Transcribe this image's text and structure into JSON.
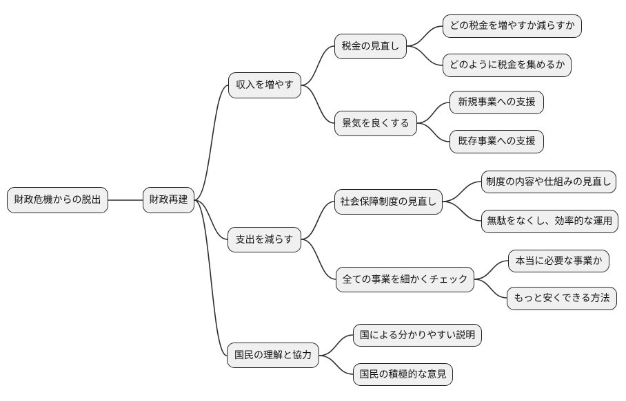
{
  "diagram": {
    "type": "mindmap",
    "direction": "left-to-right",
    "colors": {
      "background": "#ffffff",
      "node_fill": "#f0f0f0",
      "node_border": "#242424",
      "edge": "#2e2e2e",
      "text": "#111111"
    }
  },
  "tree": {
    "label": "財政危機からの脱出",
    "children": [
      {
        "label": "財政再建",
        "children": [
          {
            "label": "収入を増やす",
            "children": [
              {
                "label": "税金の見直し",
                "children": [
                  {
                    "label": "どの税金を増やすか減らすか"
                  },
                  {
                    "label": "どのように税金を集めるか"
                  }
                ]
              },
              {
                "label": "景気を良くする",
                "children": [
                  {
                    "label": "新規事業への支援"
                  },
                  {
                    "label": "既存事業への支援"
                  }
                ]
              }
            ]
          },
          {
            "label": "支出を減らす",
            "children": [
              {
                "label": "社会保障制度の見直し",
                "children": [
                  {
                    "label": "制度の内容や仕組みの見直し"
                  },
                  {
                    "label": "無駄をなくし、効率的な運用"
                  }
                ]
              },
              {
                "label": "全ての事業を細かくチェック",
                "children": [
                  {
                    "label": "本当に必要な事業か"
                  },
                  {
                    "label": "もっと安くできる方法"
                  }
                ]
              }
            ]
          },
          {
            "label": "国民の理解と協力",
            "children": [
              {
                "label": "国による分かりやすい説明"
              },
              {
                "label": "国民の積極的な意見"
              }
            ]
          }
        ]
      }
    ]
  }
}
